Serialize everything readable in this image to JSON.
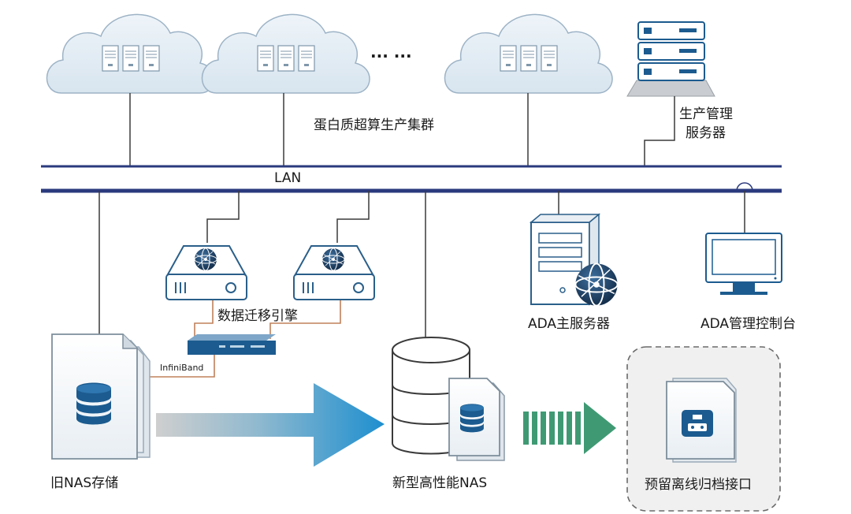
{
  "labels": {
    "cluster": "蛋白质超算生产集群",
    "dots": "··· ···",
    "mgmt_server_line1": "生产管理",
    "mgmt_server_line2": "服务器",
    "lan": "LAN",
    "migration_engine": "数据迁移引擎",
    "infiniband": "InfiniBand",
    "ada_main_server": "ADA主服务器",
    "ada_console": "ADA管理控制台",
    "old_nas": "旧NAS存储",
    "new_nas": "新型高性能NAS",
    "archive_interface": "预留离线归档接口"
  },
  "colors": {
    "lan_line": "#2b3a7e",
    "connector": "#3a3a3a",
    "infiniband_link": "#c0805a",
    "cloud_fill": "#e2ecf4",
    "cloud_stroke": "#9db3c6",
    "arrow_blue": "#1e8fcf",
    "arrow_green": "#3f9a74",
    "server_blue": "#1c5b8f",
    "icon_dark": "#2a5f8a"
  }
}
